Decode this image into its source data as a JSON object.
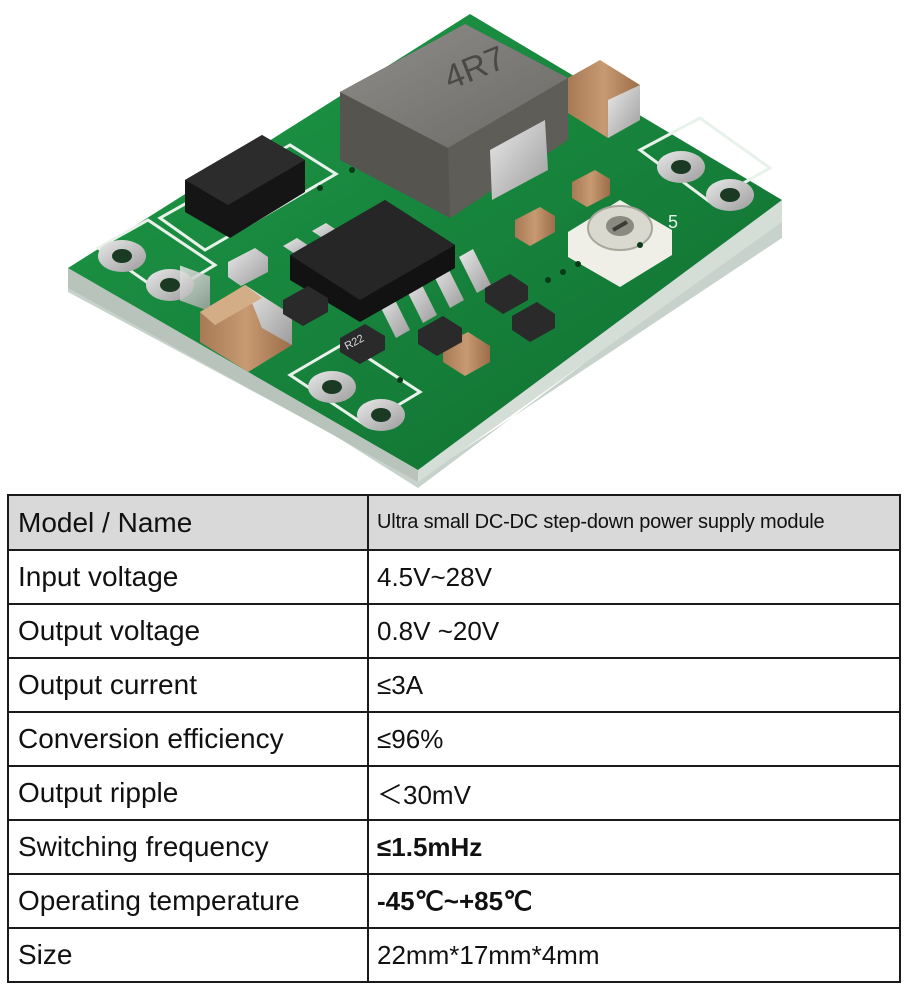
{
  "product": {
    "inductor_marking": "4R7",
    "trimmer_marking": "5",
    "resistor_marking": "R22"
  },
  "spec_table": {
    "rows": [
      {
        "label": "Model / Name",
        "value": "Ultra small DC-DC step-down power supply module"
      },
      {
        "label": "Input voltage",
        "value": "4.5V~28V"
      },
      {
        "label": "Output voltage",
        "value": "0.8V ~20V"
      },
      {
        "label": "Output current",
        "value": "≤3A"
      },
      {
        "label": "Conversion efficiency",
        "value": "≤96%"
      },
      {
        "label": "Output ripple",
        "value": "＜30mV"
      },
      {
        "label": "Switching frequency",
        "value": "≤1.5mHz"
      },
      {
        "label": "Operating temperature",
        "value": "-45℃~+85℃"
      },
      {
        "label": "Size",
        "value": "22mm*17mm*4mm"
      }
    ]
  },
  "colors": {
    "pcb_green": "#14803a",
    "header_row_bg": "#d9d9d9",
    "border": "#1a1a1a"
  }
}
